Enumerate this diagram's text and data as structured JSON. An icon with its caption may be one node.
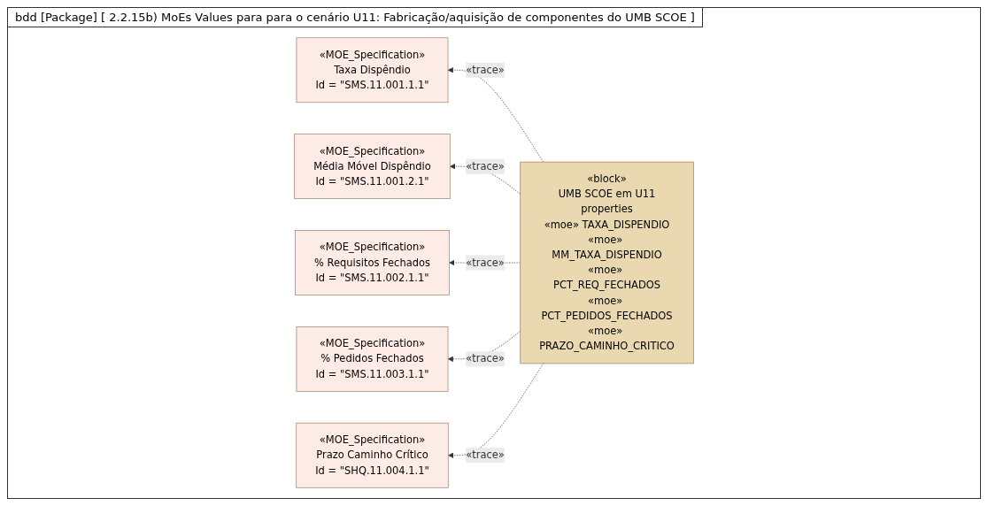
{
  "diagram": {
    "title": "bdd [Package] [ 2.2.15b) MoEs Values para para o cenário U11: Fabricação/aquisição de componentes do UMB SCOE ]",
    "nodes": [
      {
        "text": [
          "«MOE_Specification»",
          "Taxa Dispêndio",
          "Id = \"SMS.11.001.1.1\""
        ]
      },
      {
        "text": [
          "«MOE_Specification»",
          "Média Móvel Dispêndio",
          "Id = \"SMS.11.001.2.1\""
        ]
      },
      {
        "text": [
          "«MOE_Specification»",
          "% Requisitos Fechados",
          "Id = \"SMS.11.002.1.1\""
        ]
      },
      {
        "text": [
          "«MOE_Specification»",
          "% Pedidos Fechados",
          "Id = \"SMS.11.003.1.1\""
        ]
      },
      {
        "text": [
          "«MOE_Specification»",
          "Prazo Caminho Crítico",
          "Id = \"SHQ.11.004.1.1\""
        ]
      },
      {
        "text": [
          "«block»",
          "UMB SCOE em U11",
          "properties",
          "«moe» TAXA_DISPENDIO",
          "«moe» MM_TAXA_DISPENDIO",
          "«moe» PCT_REQ_FECHADOS",
          "«moe» PCT_PEDIDOS_FECHADOS",
          "«moe» PRAZO_CAMINHO_CRITICO"
        ]
      }
    ],
    "edges": [
      {
        "from": 5,
        "to": 0,
        "arrow": "to",
        "label": "«trace»",
        "style": "dashed"
      },
      {
        "from": 5,
        "to": 1,
        "arrow": "to",
        "label": "«trace»",
        "style": "dashed"
      },
      {
        "from": 5,
        "to": 2,
        "arrow": "to",
        "label": "«trace»",
        "style": "dashed"
      },
      {
        "from": 5,
        "to": 3,
        "arrow": "to",
        "label": "«trace»",
        "style": "dashed"
      },
      {
        "from": 5,
        "to": 4,
        "arrow": "to",
        "label": "«trace»",
        "style": "dashed"
      }
    ]
  }
}
